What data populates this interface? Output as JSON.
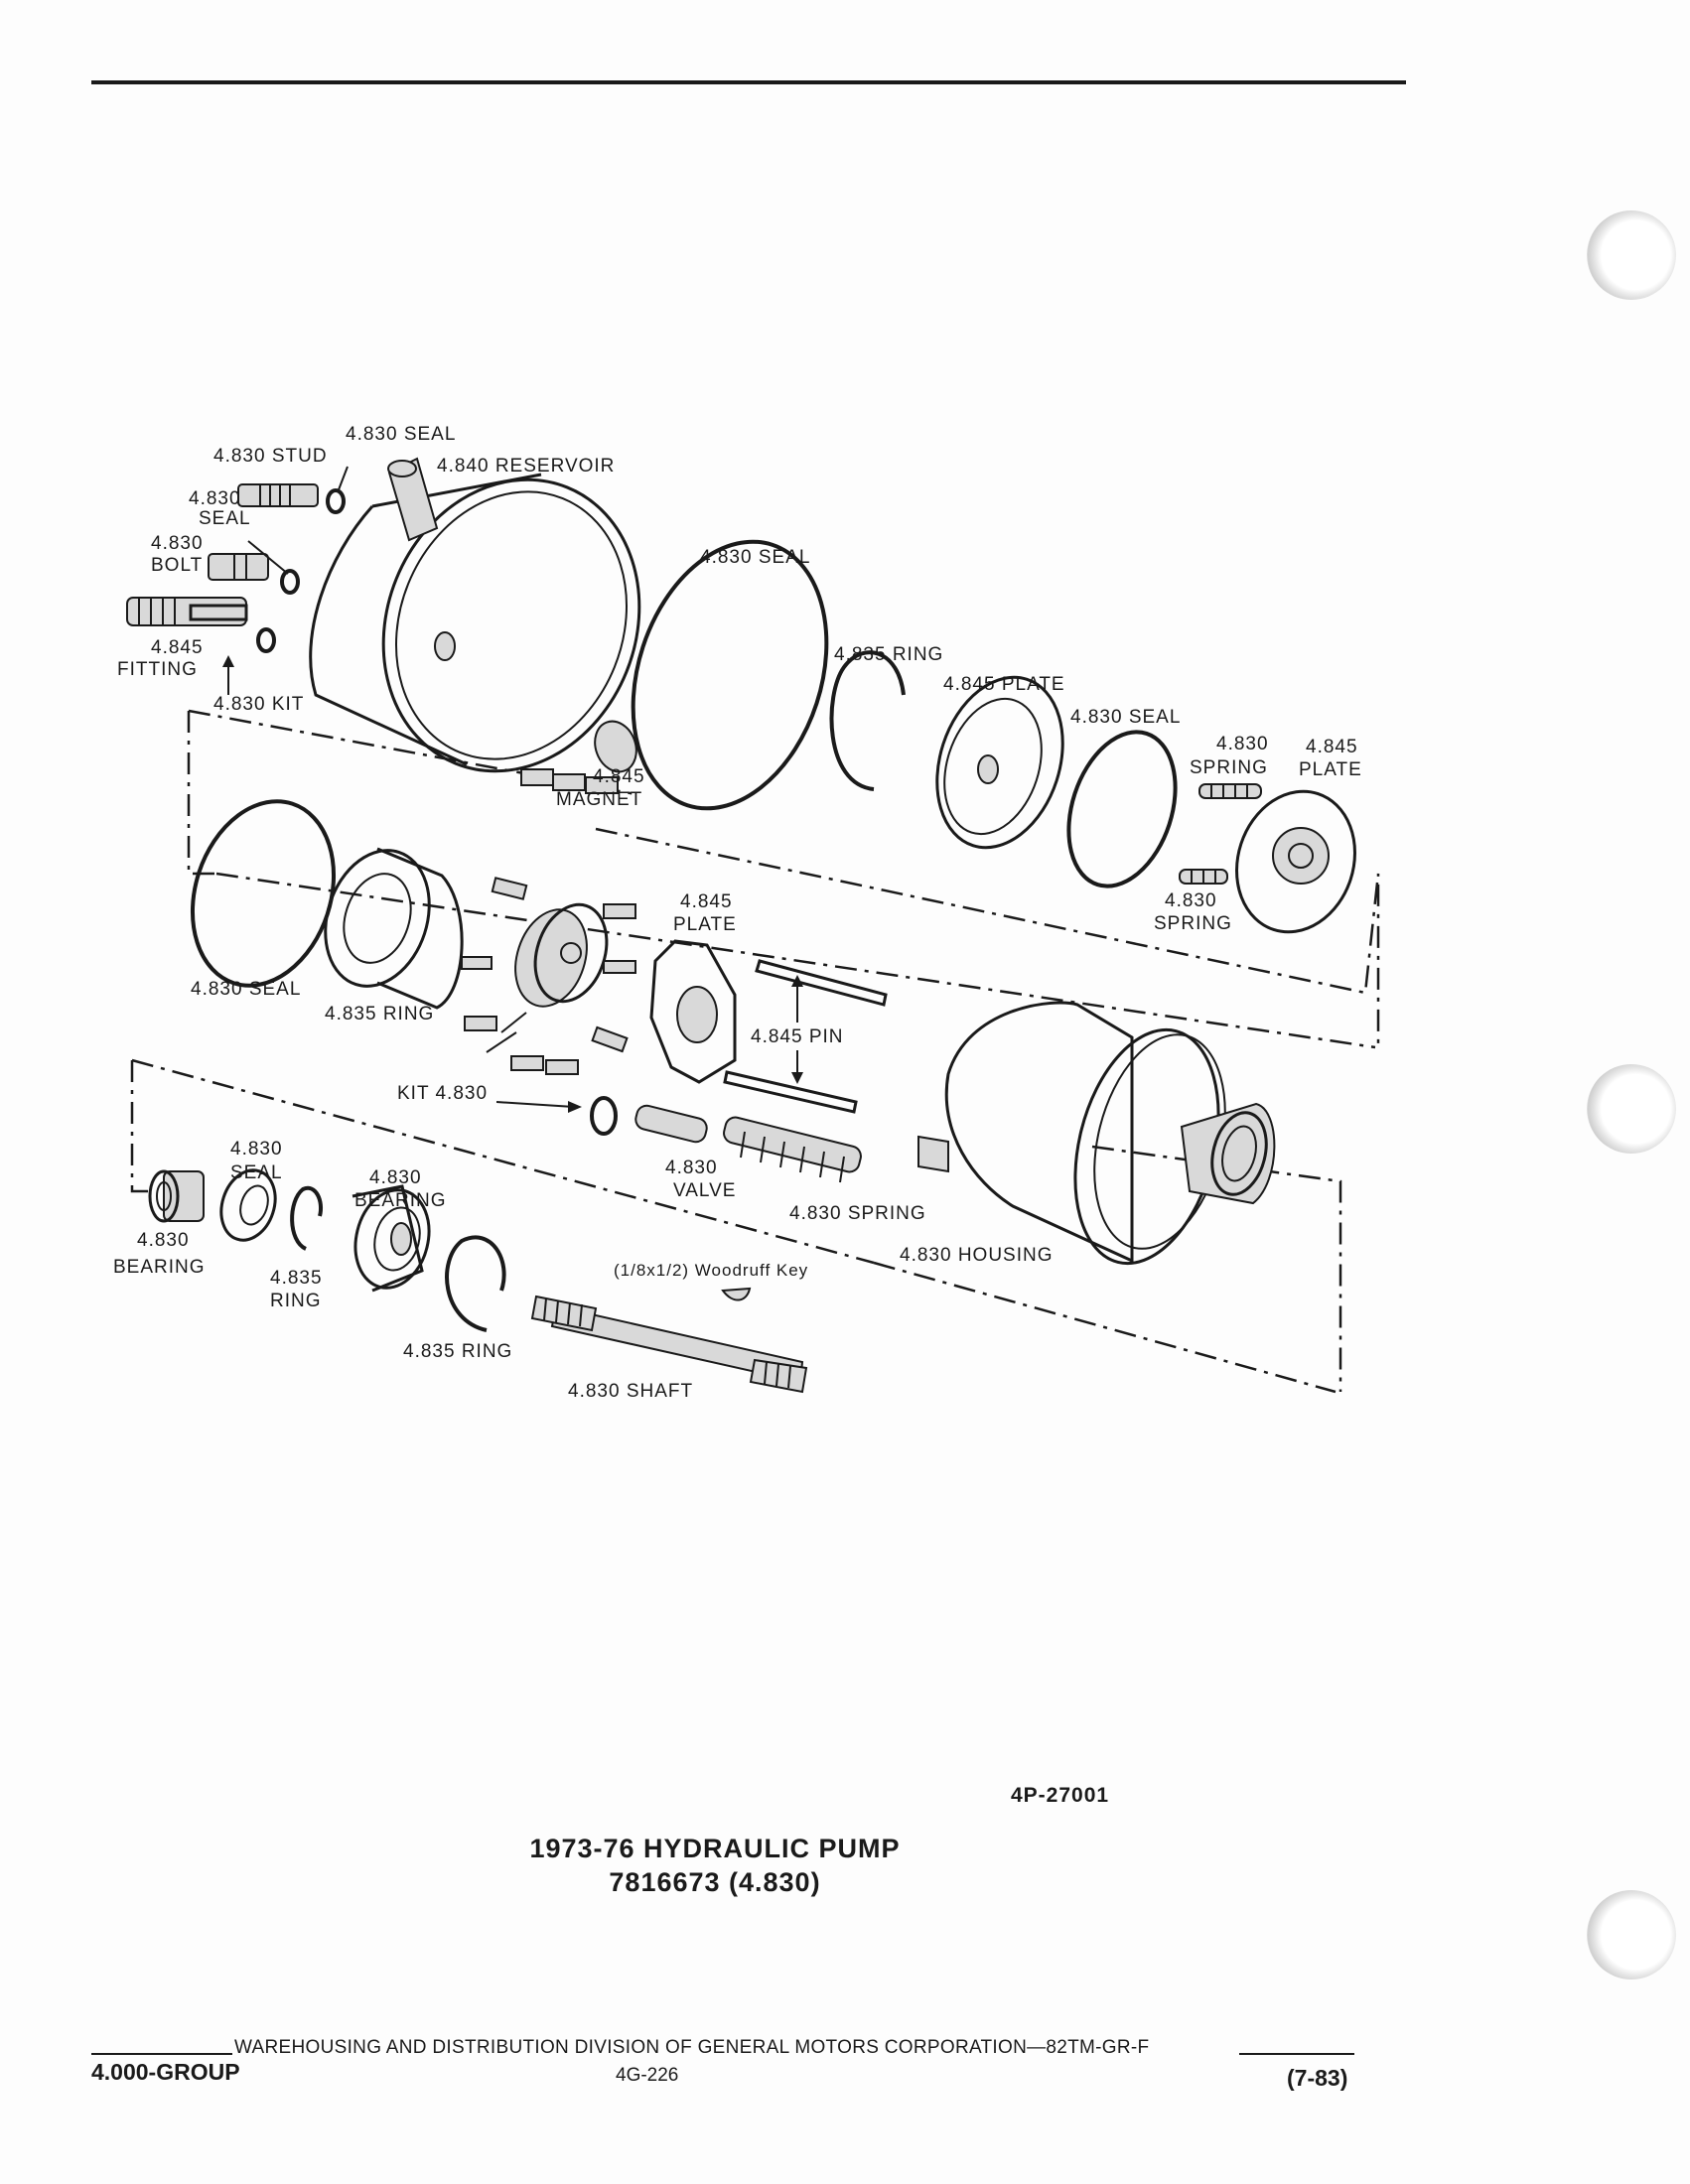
{
  "labels": {
    "seal_top": "4.830 SEAL",
    "stud": "4.830 STUD",
    "reservoir": "4.840 RESERVOIR",
    "seal_small_1": "4.830",
    "seal_small_2": "SEAL",
    "bolt_1": "4.830",
    "bolt_2": "BOLT",
    "fitting_1": "4.845",
    "fitting_2": "FITTING",
    "kit_top": "4.830 KIT",
    "seal_large": "4.830 SEAL",
    "ring_snap": "4.835 RING",
    "plate_top": "4.845 PLATE",
    "seal_right": "4.830 SEAL",
    "spring_top_1": "4.830",
    "spring_top_2": "SPRING",
    "plate_right_1": "4.845",
    "plate_right_2": "PLATE",
    "magnet_1": "4.845",
    "magnet_2": "MAGNET",
    "spring_bottom_1": "4.830",
    "spring_bottom_2": "SPRING",
    "plate_mid_1": "4.845",
    "plate_mid_2": "PLATE",
    "seal_left": "4.830 SEAL",
    "ring_mid": "4.835 RING",
    "pin": "4.845 PIN",
    "kit_mid": "KIT 4.830",
    "valve_1": "4.830",
    "valve_2": "VALVE",
    "spring_valve": "4.830 SPRING",
    "housing": "4.830 HOUSING",
    "seal_lower_1": "4.830",
    "seal_lower_2": "SEAL",
    "bearing_mid_1": "4.830",
    "bearing_mid_2": "BEARING",
    "bearing_left_1": "4.830",
    "bearing_left_2": "BEARING",
    "ring_small_1": "4.835",
    "ring_small_2": "RING",
    "woodruff": "(1/8x1/2) Woodruff Key",
    "ring_lower": "4.835 RING",
    "shaft": "4.830 SHAFT"
  },
  "figure_id": "4P-27001",
  "title_line1": "1973-76 HYDRAULIC PUMP",
  "title_line2": "7816673 (4.830)",
  "footer": {
    "division": "WAREHOUSING AND DISTRIBUTION  DIVISION OF GENERAL MOTORS CORPORATION—82TM-GR-F",
    "group": "4.000-GROUP",
    "page": "4G-226",
    "date": "(7-83)"
  }
}
